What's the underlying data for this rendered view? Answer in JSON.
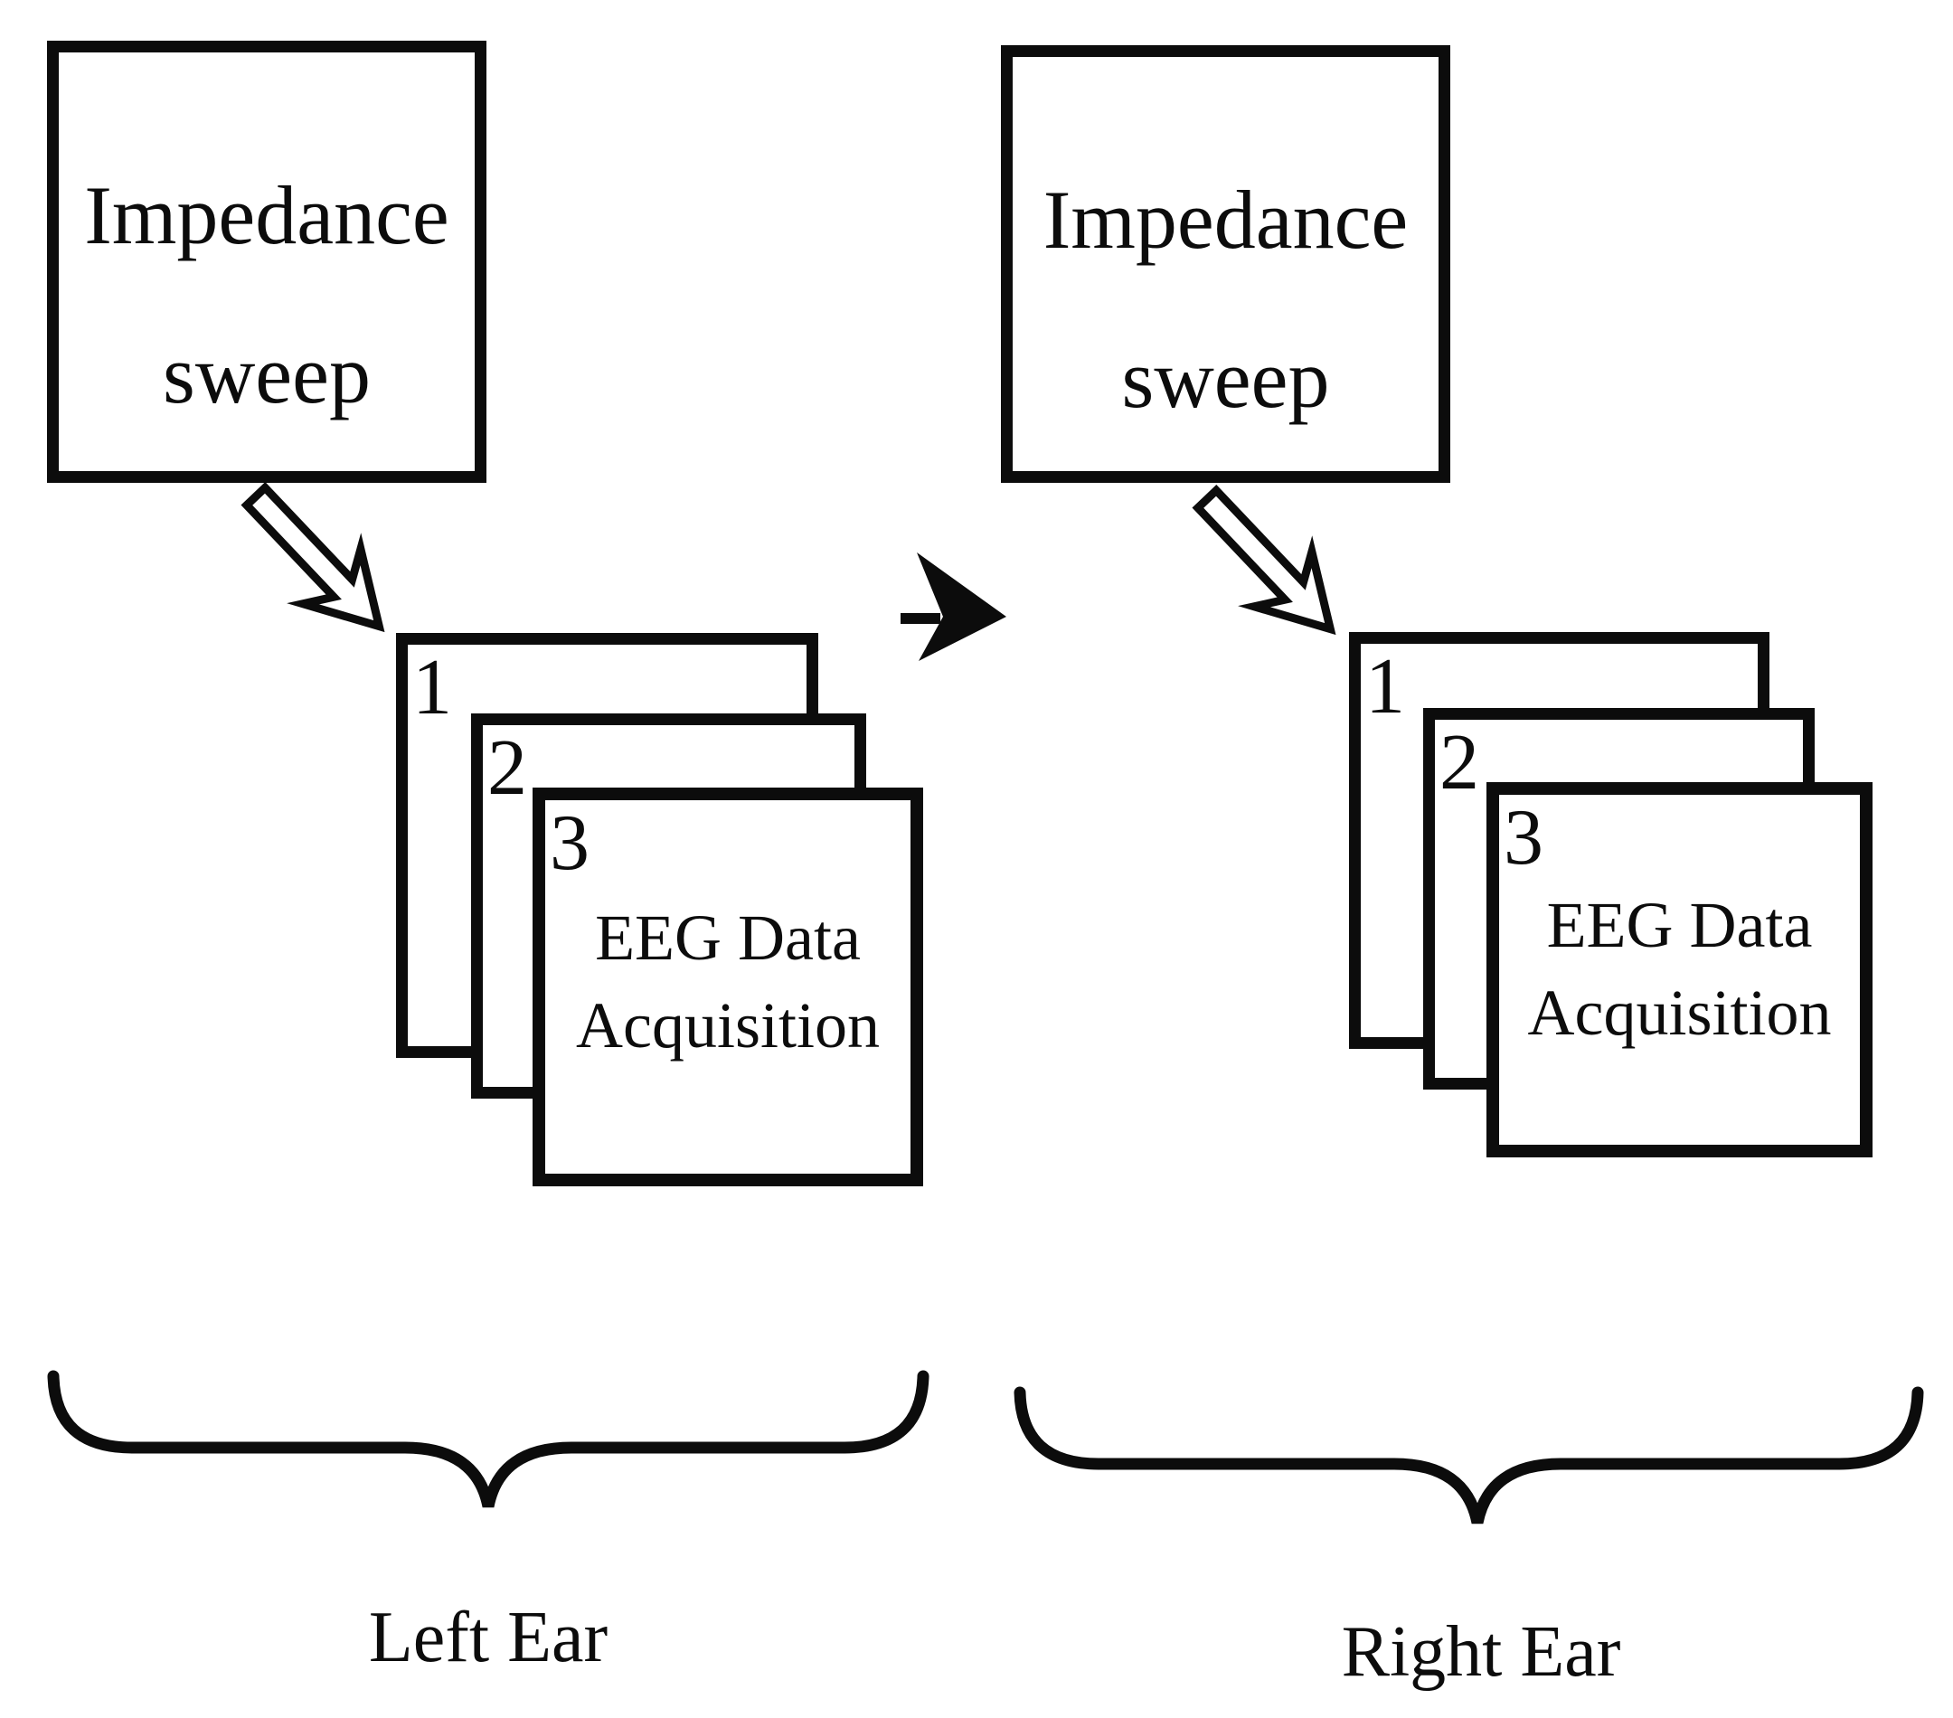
{
  "figure": {
    "background": "#ffffff",
    "ink_color": "#0c0c0c"
  },
  "columns": [
    {
      "impedance_box": {
        "line1": "Impedance",
        "line2": "sweep"
      },
      "stack": {
        "cards": [
          {
            "number": "1"
          },
          {
            "number": "2"
          },
          {
            "number": "3",
            "label_line1": "EEG Data",
            "label_line2": "Acquisition"
          }
        ]
      },
      "ear_label": "Left Ear"
    },
    {
      "impedance_box": {
        "line1": "Impedance",
        "line2": "sweep"
      },
      "stack": {
        "cards": [
          {
            "number": "1"
          },
          {
            "number": "2"
          },
          {
            "number": "3",
            "label_line1": "EEG Data",
            "label_line2": "Acquisition"
          }
        ]
      },
      "ear_label": "Right Ear"
    }
  ]
}
